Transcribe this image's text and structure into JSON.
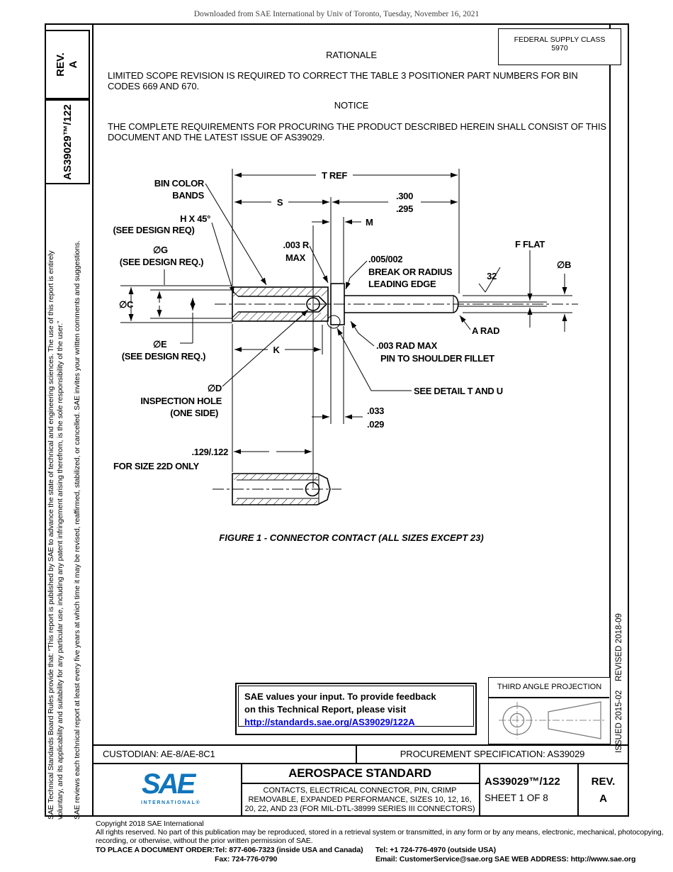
{
  "meta": {
    "downloaded_note": "Downloaded from SAE International by Univ of Toronto, Tuesday, November 16, 2021"
  },
  "header": {
    "fsc_label": "FEDERAL SUPPLY CLASS",
    "fsc_value": "5970",
    "rationale_heading": "RATIONALE",
    "rationale_line1": "LIMITED SCOPE REVISION IS REQUIRED TO CORRECT THE TABLE 3 POSITIONER PART NUMBERS FOR BIN",
    "rationale_line2": "CODES 669 AND 670.",
    "notice_heading": "NOTICE",
    "notice_line1": "THE COMPLETE REQUIREMENTS FOR PROCURING THE PRODUCT DESCRIBED HEREIN SHALL CONSIST OF THIS",
    "notice_line2": "DOCUMENT AND THE LATEST ISSUE OF AS39029."
  },
  "sidebar": {
    "rev_label": "REV.",
    "rev_value": "A",
    "doc_number": "AS39029™/122",
    "legal1_line1": "SAE Technical Standards Board Rules provide that: “This report is published by SAE to advance the state of technical and engineering sciences. The use of this report is entirely",
    "legal1_line2": "voluntary, and its applicability and suitability for any particular use, including any patent infringement arising therefrom, is the sole responsibility of the user.”",
    "legal2": "SAE reviews each technical report at least every five years at which time it may be revised, reaffirmed, stabilized, or cancelled. SAE invites your written comments and suggestions.",
    "issued_revised": "ISSUED 2015-02    REVISED 2018-09"
  },
  "drawing": {
    "caption": "FIGURE 1 - CONNECTOR CONTACT (ALL SIZES EXCEPT 23)",
    "labels": {
      "t_ref": "T REF",
      "s": "S",
      "dim_300": ".300",
      "dim_295": ".295",
      "m": "M",
      "k": "K",
      "dim_033": ".033",
      "dim_029": ".029",
      "bin_color_1": "BIN COLOR",
      "bin_color_2": "BANDS",
      "h_x_45": "H X 45°",
      "see_req_plain": "(SEE DESIGN REQ)",
      "dia_g": "∅G",
      "see_req_g": "(SEE DESIGN REQ.)",
      "dia_c": "∅C",
      "dia_e": "∅E",
      "see_req_e": "(SEE DESIGN REQ.)",
      "r_003": ".003 R",
      "r_003_max": "MAX",
      "brk_1": ".005/002",
      "brk_2": "BREAK OR RADIUS",
      "brk_3": "LEADING EDGE",
      "f_flat": "F FLAT",
      "dia_b": "∅B",
      "finish": "32",
      "a_rad": "A RAD",
      "fillet_1": ".003 RAD MAX",
      "fillet_2": "PIN TO SHOULDER FILLET",
      "detail": "SEE DETAIL T AND U",
      "dia_d": "∅D",
      "insp_1": "INSPECTION HOLE",
      "insp_2": "(ONE SIDE)",
      "dim_129": ".129/.122",
      "size_22d": "FOR SIZE 22D ONLY"
    }
  },
  "feedback": {
    "line1": "SAE values your input. To provide feedback",
    "line2": "on this Technical Report, please visit",
    "link": "http://standards.sae.org/AS39029/122A"
  },
  "projection": {
    "label": "THIRD ANGLE PROJECTION"
  },
  "title_block": {
    "custodian": "CUSTODIAN: AE-8/AE-8C1",
    "procurement": "PROCUREMENT SPECIFICATION: AS39029",
    "logo_text": "SAE",
    "logo_subtext": "INTERNATIONAL®",
    "heading": "AEROSPACE STANDARD",
    "subtitle_line1": "CONTACTS, ELECTRICAL CONNECTOR, PIN, CRIMP",
    "subtitle_line2": "REMOVABLE, EXPANDED PERFORMANCE, SIZES 10, 12, 16,",
    "subtitle_line3": "20, 22, AND 23  (FOR MIL-DTL-38999 SERIES III CONNECTORS)",
    "doc_number": "AS39029™/122",
    "sheet": "SHEET 1 OF 8",
    "rev_label": "REV.",
    "rev_value": "A"
  },
  "footer": {
    "copyright": "Copyright 2018 SAE International",
    "rights_line1": "All rights reserved. No part of this publication may be reproduced, stored in a retrieval system or transmitted, in any form or by any means, electronic, mechanical, photocopying,",
    "rights_line2": "recording, or otherwise, without the prior written permission of SAE.",
    "order_label": "TO PLACE A DOCUMENT ORDER:",
    "tel_inside": "Tel: 877-606-7323 (inside USA and Canada)",
    "tel_outside": "Tel: +1 724-776-4970 (outside USA)",
    "fax": "Fax: 724-776-0790",
    "email": "Email: CustomerService@sae.org",
    "web": "SAE WEB ADDRESS: http://www.sae.org"
  },
  "colors": {
    "link_blue": "#0000dd",
    "logo_blue": "#1075bc"
  }
}
